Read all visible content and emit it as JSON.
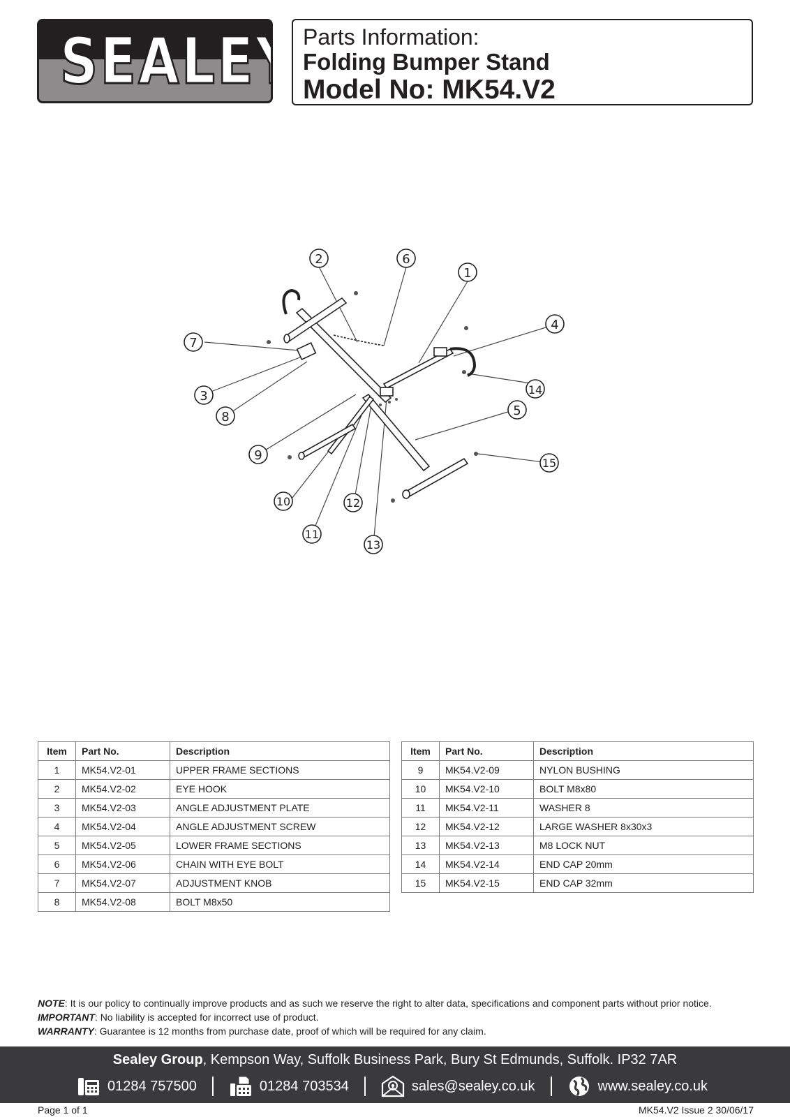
{
  "logo": {
    "text": "SEALEY"
  },
  "header": {
    "line1": "Parts Information:",
    "line2": "Folding Bumper Stand",
    "line3": "Model No: MK54.V2"
  },
  "diagram": {
    "callouts": [
      "1",
      "2",
      "3",
      "4",
      "5",
      "6",
      "7",
      "8",
      "9",
      "10",
      "11",
      "12",
      "13",
      "14",
      "15"
    ]
  },
  "table_headers": {
    "item": "Item",
    "part": "Part No.",
    "desc": "Description"
  },
  "parts_left": [
    {
      "item": "1",
      "part": "MK54.V2-01",
      "desc": "UPPER FRAME SECTIONS"
    },
    {
      "item": "2",
      "part": "MK54.V2-02",
      "desc": "EYE HOOK"
    },
    {
      "item": "3",
      "part": "MK54.V2-03",
      "desc": "ANGLE ADJUSTMENT PLATE"
    },
    {
      "item": "4",
      "part": "MK54.V2-04",
      "desc": "ANGLE ADJUSTMENT SCREW"
    },
    {
      "item": "5",
      "part": "MK54.V2-05",
      "desc": "LOWER FRAME SECTIONS"
    },
    {
      "item": "6",
      "part": "MK54.V2-06",
      "desc": "CHAIN WITH EYE BOLT"
    },
    {
      "item": "7",
      "part": "MK54.V2-07",
      "desc": "ADJUSTMENT KNOB"
    },
    {
      "item": "8",
      "part": "MK54.V2-08",
      "desc": "BOLT M8x50"
    }
  ],
  "parts_right": [
    {
      "item": "9",
      "part": "MK54.V2-09",
      "desc": "NYLON BUSHING"
    },
    {
      "item": "10",
      "part": "MK54.V2-10",
      "desc": "BOLT M8x80"
    },
    {
      "item": "11",
      "part": "MK54.V2-11",
      "desc": "WASHER 8"
    },
    {
      "item": "12",
      "part": "MK54.V2-12",
      "desc": "LARGE WASHER 8x30x3"
    },
    {
      "item": "13",
      "part": "MK54.V2-13",
      "desc": "M8 LOCK NUT"
    },
    {
      "item": "14",
      "part": "MK54.V2-14",
      "desc": "END CAP 20mm"
    },
    {
      "item": "15",
      "part": "MK54.V2-15",
      "desc": "END CAP 32mm"
    }
  ],
  "notes": {
    "note_label": "NOTE",
    "note_text": ": It is our policy to continually improve products and as such we reserve the right to alter data, specifications and component parts without prior notice.",
    "important_label": "IMPORTANT",
    "important_text": ": No liability is accepted for incorrect use of product.",
    "warranty_label": "WARRANTY",
    "warranty_text": ": Guarantee is 12 months from purchase date, proof of which will be required for any claim."
  },
  "footer": {
    "company": "Sealey Group",
    "address": ", Kempson Way, Suffolk Business Park, Bury St Edmunds, Suffolk. IP32 7AR",
    "phone": "01284 757500",
    "fax": "01284 703534",
    "email": "sales@sealey.co.uk",
    "web": "www.sealey.co.uk",
    "icons": [
      "phone-icon",
      "fax-icon",
      "email-icon",
      "globe-icon"
    ]
  },
  "page": "Page 1 of 1",
  "issue": "MK54.V2 Issue 2  30/06/17"
}
